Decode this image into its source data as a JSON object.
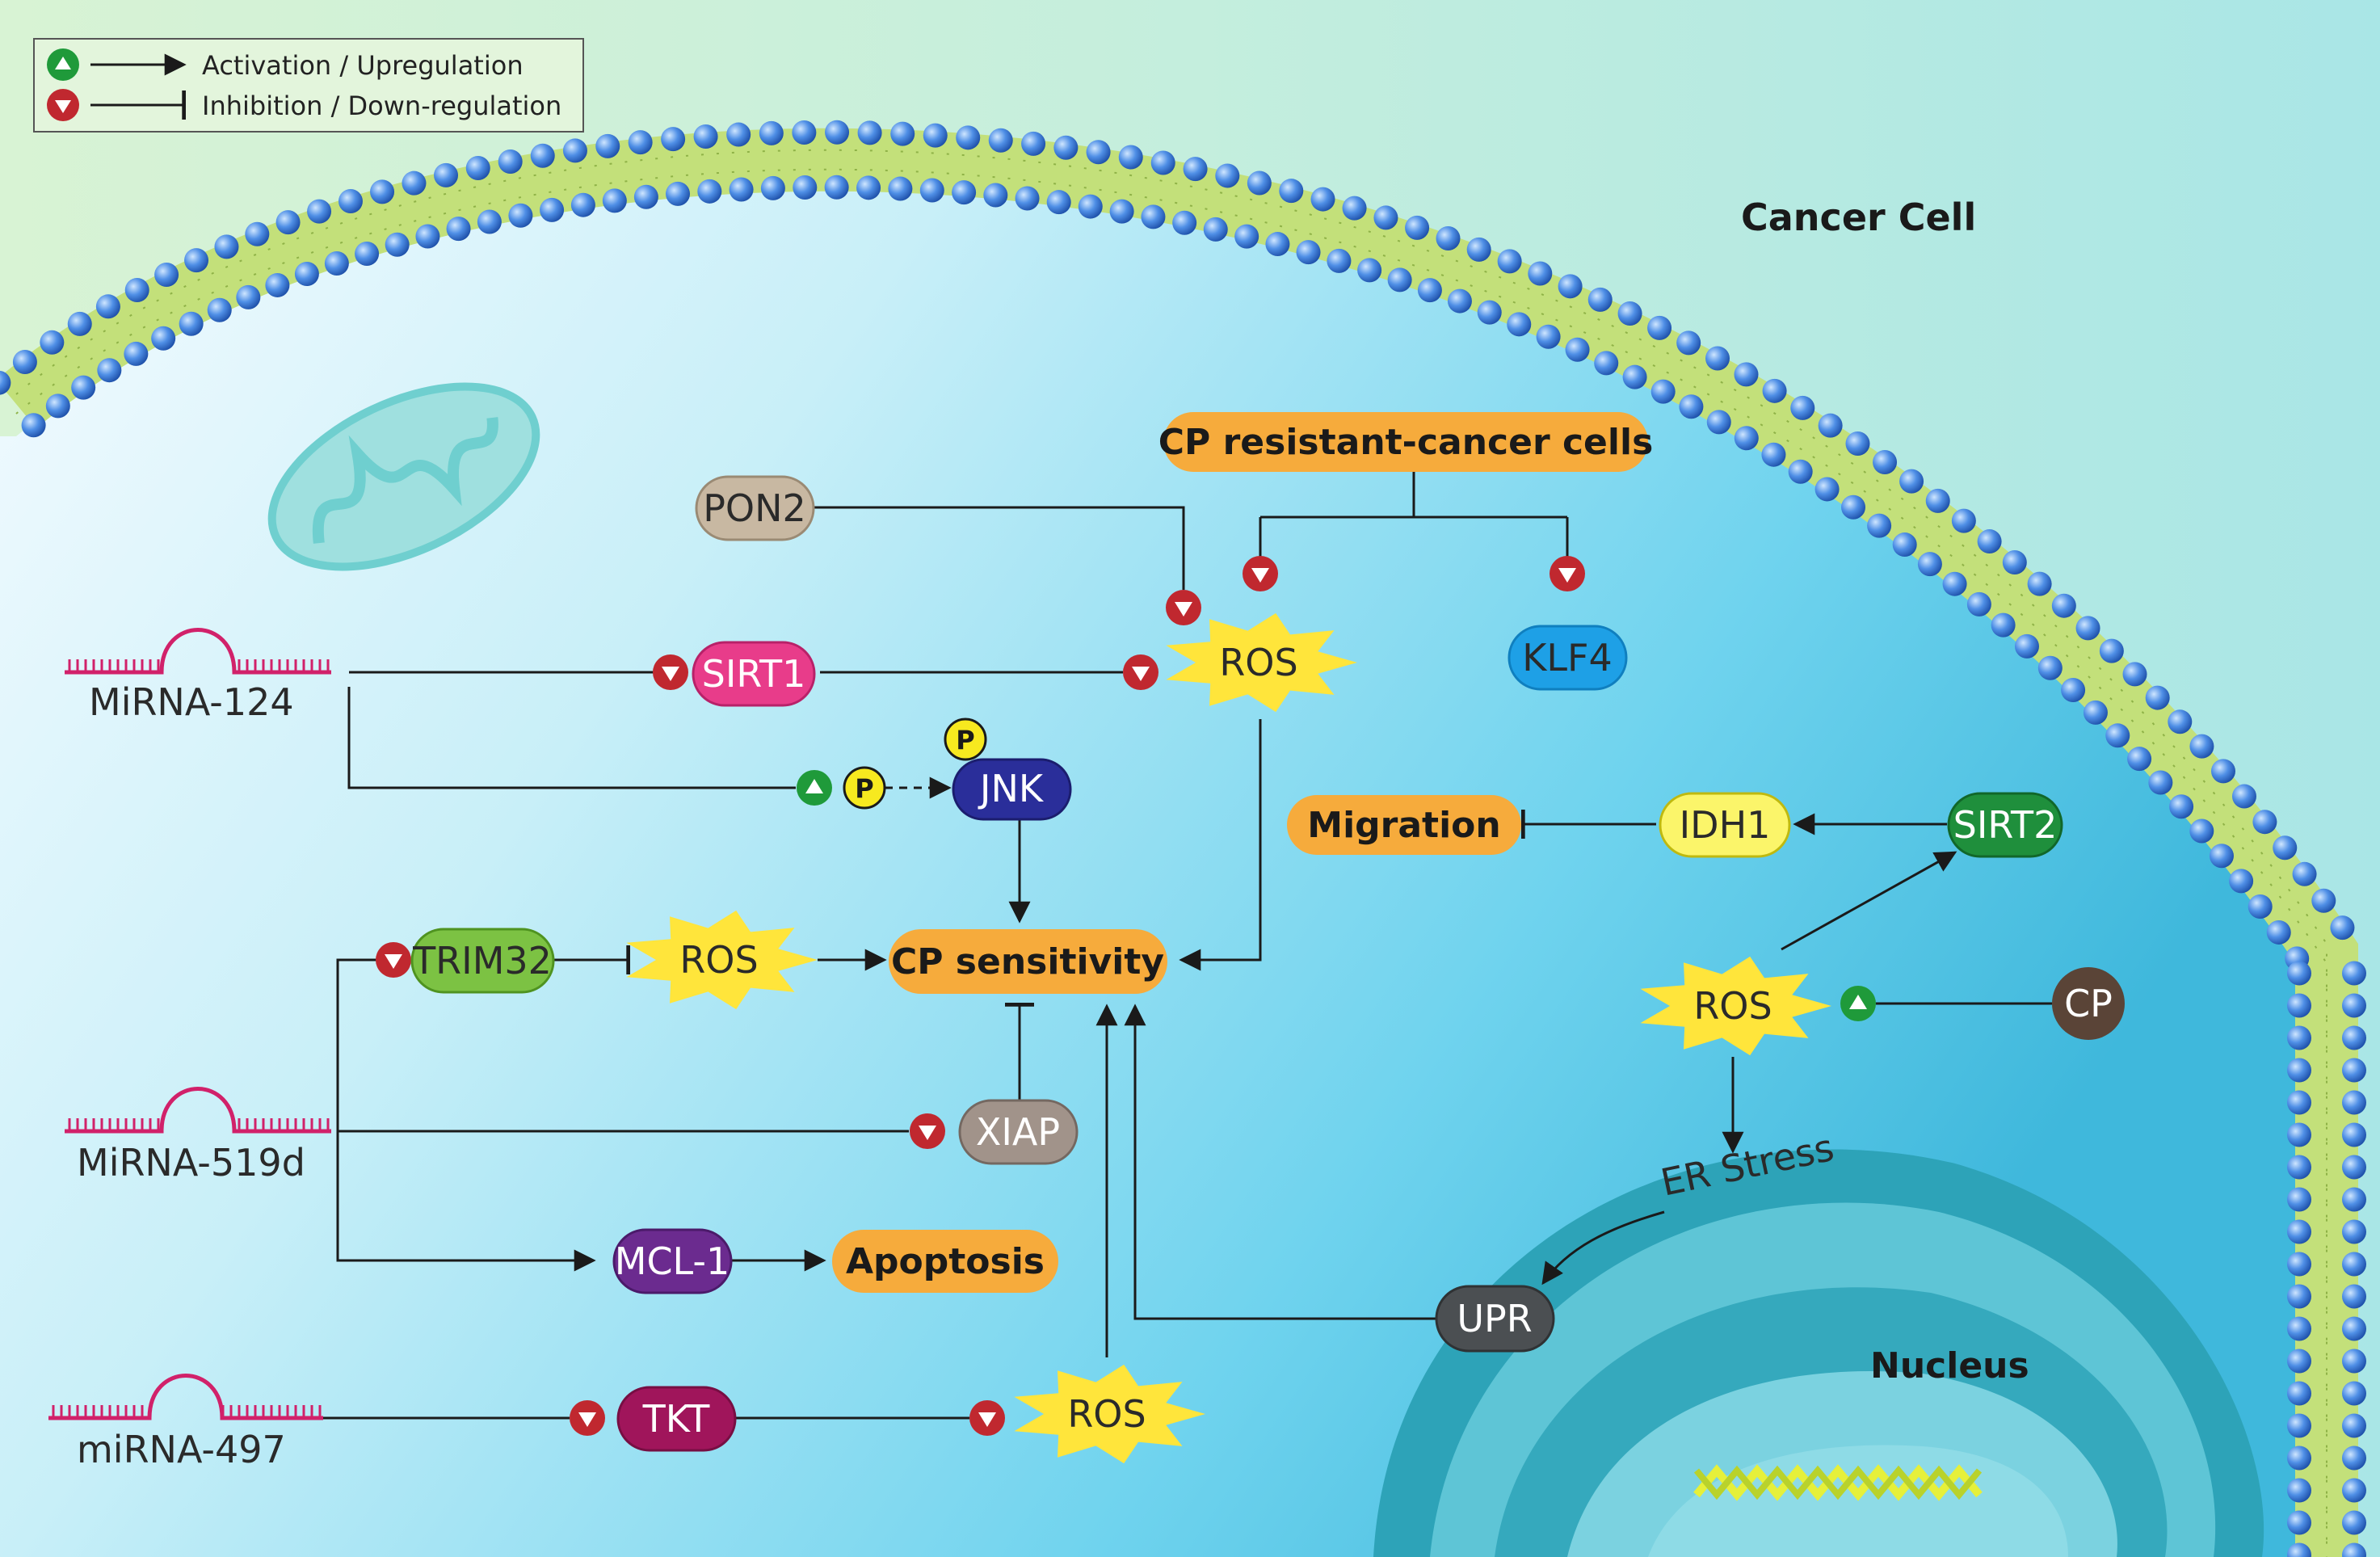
{
  "legend": {
    "activation": "Activation / Upregulation",
    "inhibition": "Inhibition / Down-regulation"
  },
  "labels": {
    "cancer_cell": "Cancer Cell",
    "nucleus": "Nucleus",
    "er_stress": "ER Stress"
  },
  "mirnas": {
    "mir124": "MiRNA-124",
    "mir519d": "MiRNA-519d",
    "mir497": "miRNA-497"
  },
  "nodes": {
    "cp_resistant": "CP resistant-cancer cells",
    "pon2": "PON2",
    "klf4": "KLF4",
    "sirt1": "SIRT1",
    "ros_top": "ROS",
    "jnk": "JNK",
    "p_badge": "P",
    "migration": "Migration",
    "idh1": "IDH1",
    "sirt2": "SIRT2",
    "trim32": "TRIM32",
    "ros_mid": "ROS",
    "cp_sensitivity": "CP sensitivity",
    "ros_right": "ROS",
    "cp": "CP",
    "xiap": "XIAP",
    "mcl1": "MCL-1",
    "apoptosis": "Apoptosis",
    "upr": "UPR",
    "tkt": "TKT",
    "ros_bottom": "ROS"
  },
  "colors": {
    "activation": "#1f9a3a",
    "inhibition": "#c0282f",
    "process": "#f6ab3c",
    "ros": "#ffe53b",
    "mirna": "#d1216a"
  }
}
